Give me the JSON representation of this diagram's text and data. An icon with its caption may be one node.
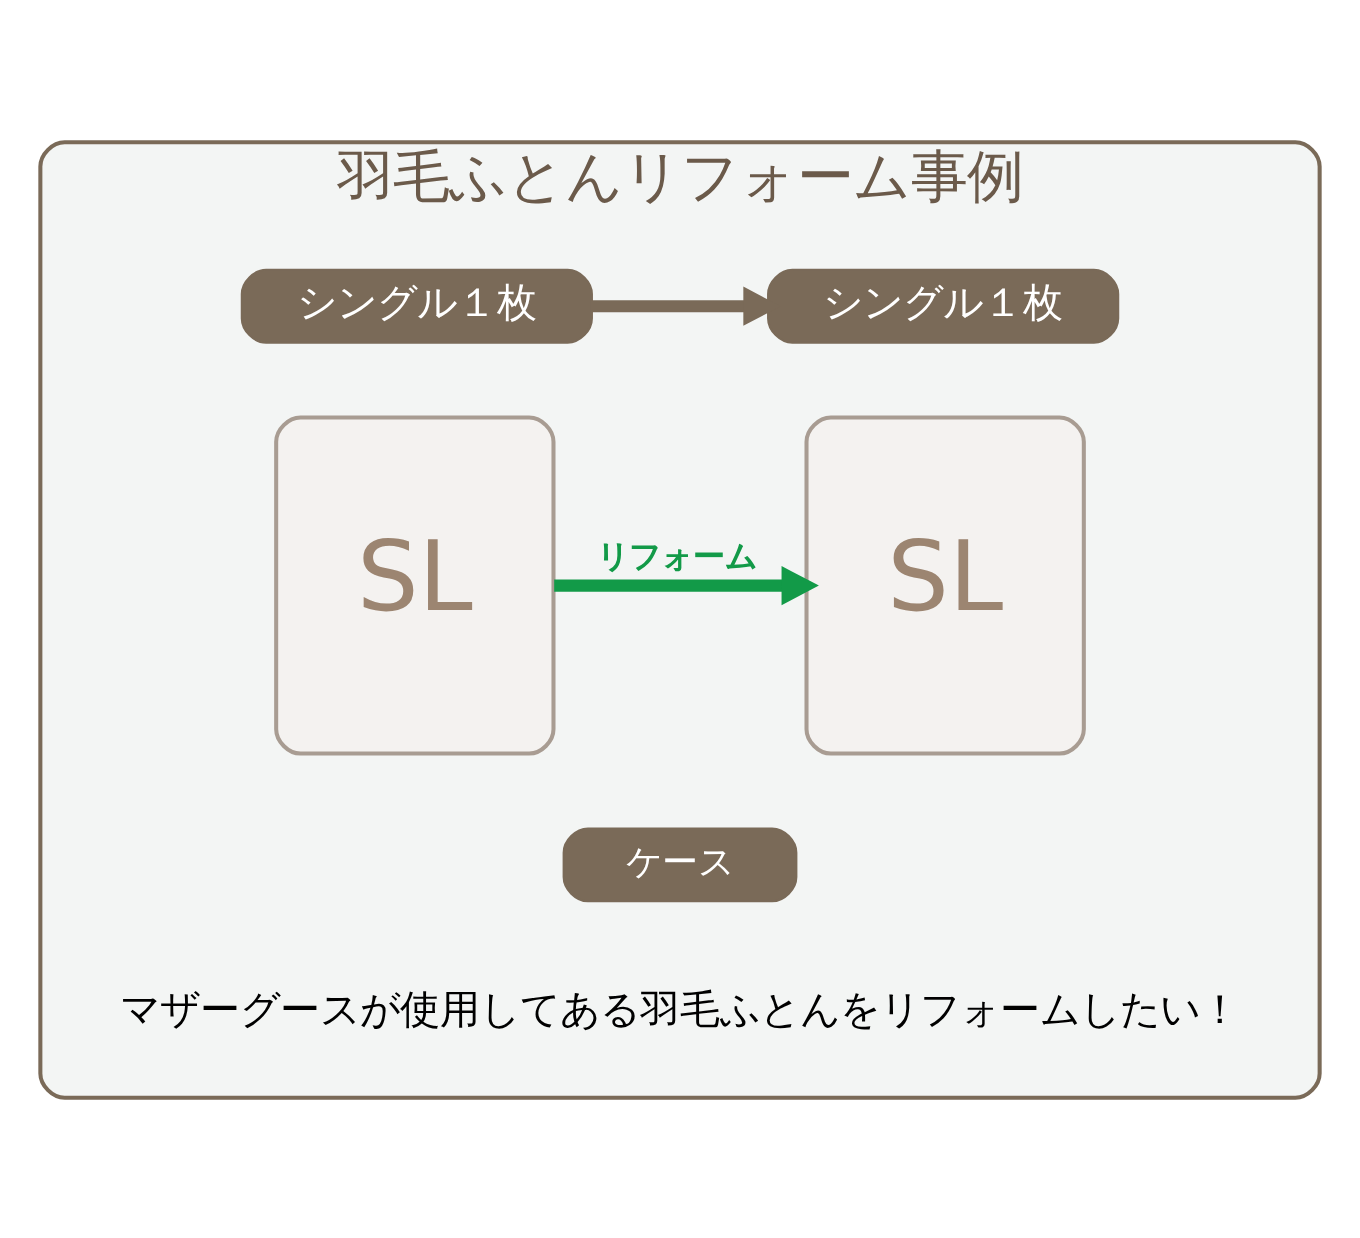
{
  "diagram": {
    "nodes": [
      {
        "text": [
          "羽毛ふとんリフォーム事例"
        ]
      },
      {
        "text": [
          "シングル１枚"
        ],
        "in": 0
      },
      {
        "text": [
          "シングル１枚"
        ],
        "in": 0
      },
      {
        "text": [
          "SL"
        ],
        "in": 0
      },
      {
        "text": [
          "SL"
        ],
        "in": 0
      },
      {
        "text": [
          "ケース"
        ],
        "in": 0
      }
    ],
    "edges": [
      {
        "from": 1,
        "to": 2,
        "arrow": "to"
      },
      {
        "from": 3,
        "to": 4,
        "arrow": "to",
        "label": "リフォーム",
        "color": "#129a48"
      }
    ],
    "labels": [
      "マザーグースが使用してある羽毛ふとんをリフォームしたい！"
    ]
  }
}
